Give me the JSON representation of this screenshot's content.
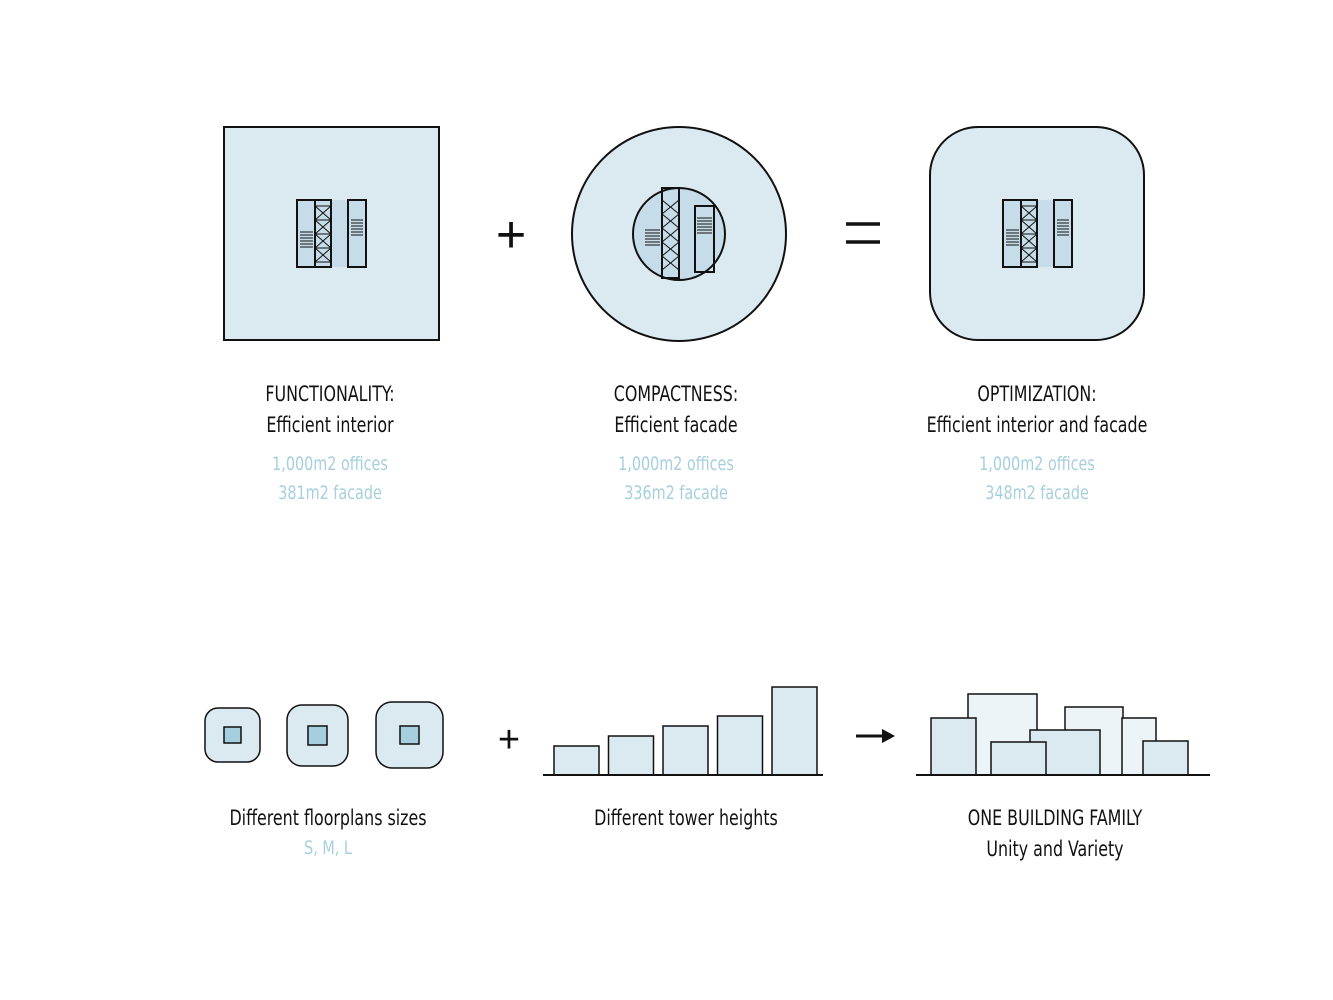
{
  "colors": {
    "fill": "#dbe9f1",
    "pale_fill": "#ecf4f8",
    "accent": "#a6cfde",
    "stroke": "#111111"
  },
  "top_row": {
    "operators": [
      "+",
      "="
    ],
    "items": [
      {
        "shape": "square",
        "heading": "FUNCTIONALITY:",
        "subheading": "Efficient interior",
        "offices": "1,000m2 offices",
        "facade": "381m2 facade"
      },
      {
        "shape": "circle",
        "heading": "COMPACTNESS:",
        "subheading": "Efficient facade",
        "offices": "1,000m2 offices",
        "facade": "336m2 facade"
      },
      {
        "shape": "rounded-square",
        "heading": "OPTIMIZATION:",
        "subheading": "Efficient interior and facade",
        "offices": "1,000m2 offices",
        "facade": "348m2 facade"
      }
    ]
  },
  "bottom_row": {
    "operator": "+",
    "arrow_icon": "right-arrow-icon",
    "floorplans": {
      "label": "Different floorplans sizes",
      "sizes": "S, M, L"
    },
    "towers": {
      "label": "Different tower heights",
      "relative_heights": [
        0.33,
        0.44,
        0.56,
        0.67,
        1.0
      ]
    },
    "family": {
      "title": "ONE BUILDING FAMILY",
      "subtitle": "Unity and Variety"
    }
  }
}
